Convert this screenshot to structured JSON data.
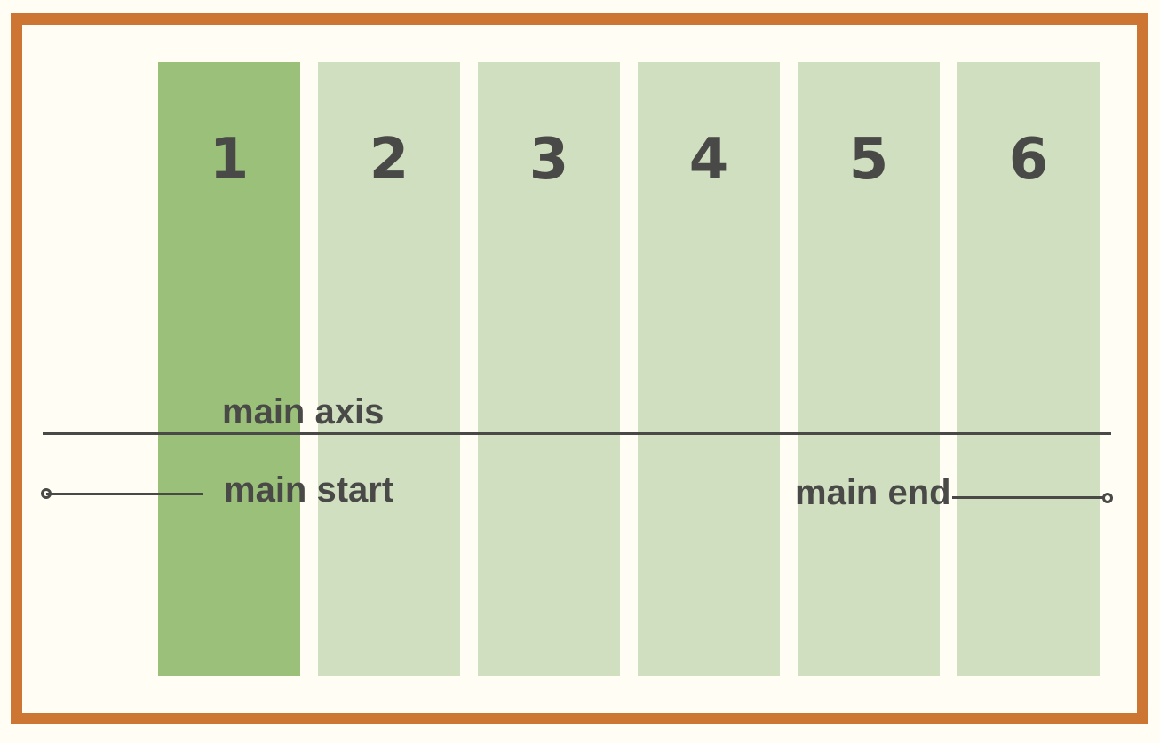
{
  "diagram": {
    "items": [
      {
        "label": "1",
        "highlighted": true
      },
      {
        "label": "2",
        "highlighted": false
      },
      {
        "label": "3",
        "highlighted": false
      },
      {
        "label": "4",
        "highlighted": false
      },
      {
        "label": "5",
        "highlighted": false
      },
      {
        "label": "6",
        "highlighted": false
      }
    ],
    "labels": {
      "main_axis": "main axis",
      "main_start": "main start",
      "main_end": "main end"
    },
    "colors": {
      "background": "#FFFDF4",
      "frame_border": "#CD7533",
      "item_fill": "#CFDFC0",
      "item_highlight_fill": "#9BC07A",
      "ink": "#494947"
    }
  }
}
